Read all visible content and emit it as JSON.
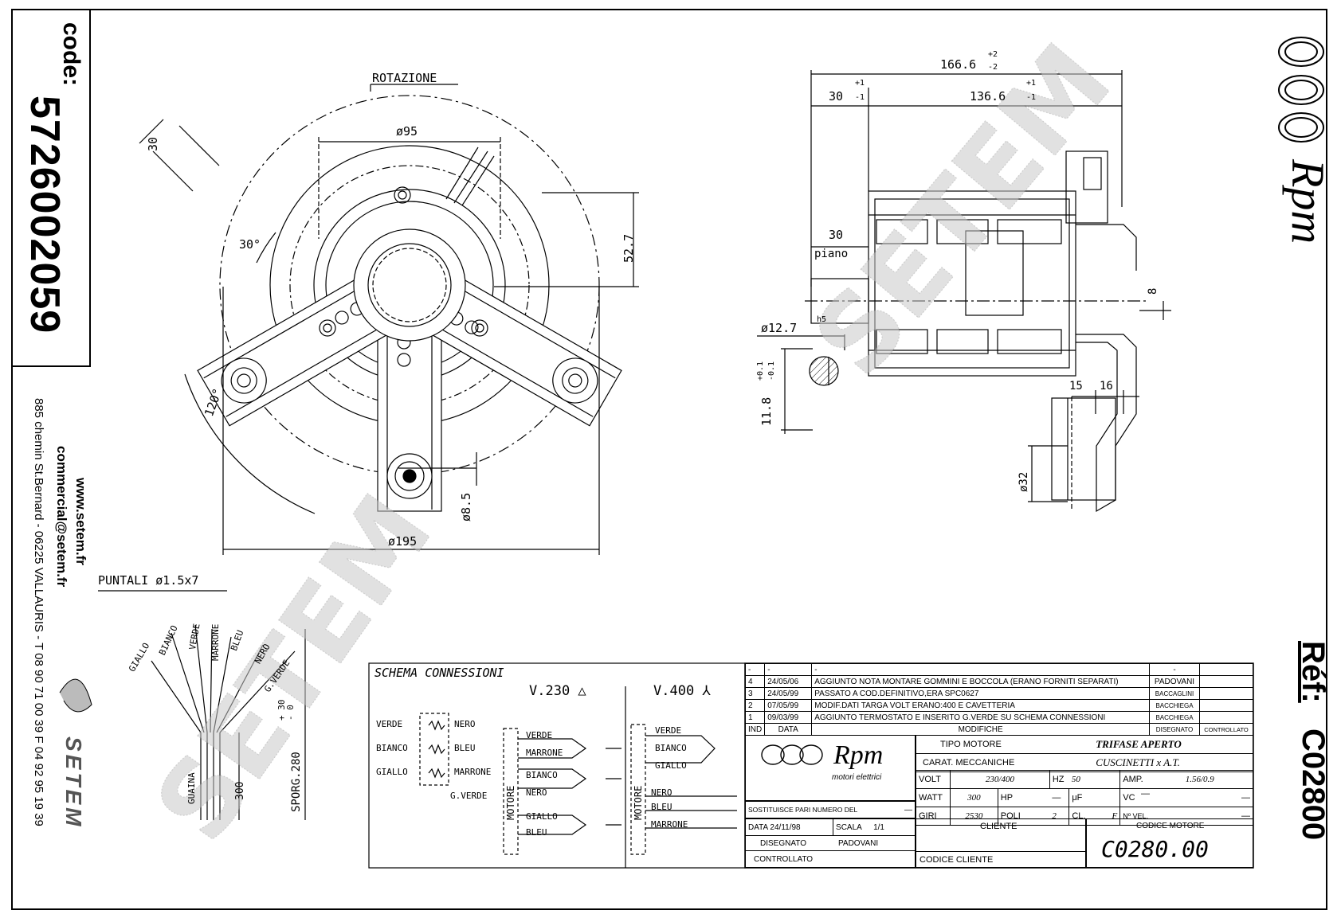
{
  "code": {
    "label": "code:",
    "value": "5726002059"
  },
  "company": {
    "web": "www.setem.fr",
    "email": "commercial@setem.fr",
    "address": "885 chemin St.Bernard - 06225 VALLAURIS - T 08 90 71 00 39 F 04 92 95 19 39",
    "brand": "SETEM"
  },
  "ref": {
    "label": "Réf:",
    "value": "C02800"
  },
  "rpm_logo": {
    "text": "Rpm",
    "sub": "motori elettrici"
  },
  "watermark": "SETEM",
  "front_view": {
    "rotation_label": "ROTAZIONE",
    "dim_30": "30",
    "dim_d95": "ø95",
    "dim_30deg": "30°",
    "dim_52_7": "52.7",
    "dim_120deg": "120°",
    "dim_d8_5": "ø8.5",
    "dim_d195": "ø195"
  },
  "side_view": {
    "dim_166_6": "166.6",
    "tol_166_plus": "+2",
    "tol_166_minus": "-2",
    "dim_30_top": "30",
    "tol_30_plus": "+1",
    "tol_30_minus": "-1",
    "dim_136_6": "136.6",
    "tol_136_plus": "+1",
    "tol_136_minus": "-1",
    "dim_30_piano": "30",
    "piano": "piano",
    "dim_8": "8",
    "dim_d12_7": "ø12.7",
    "h5": "h5",
    "tol_plus01": "+0.1",
    "tol_minus01": "-0.1",
    "dim_11_8": "11.8",
    "dim_15": "15",
    "dim_16": "16",
    "dim_d32": "ø32"
  },
  "leads": {
    "puntali": "PUNTALI ø1.5x7",
    "wires": [
      "GIALLO",
      "BIANCO",
      "VERDE",
      "MARRONE",
      "BLEU",
      "NERO",
      "G.VERDE"
    ],
    "guaina": "GUAINA",
    "dim_300": "300",
    "sporg": "SPORG.280",
    "sporg_tol": "+ 30\n- 0"
  },
  "schema": {
    "title": "SCHEMA CONNESSIONI",
    "v230": "V.230 △",
    "v400": "V.400 ⅄",
    "winding": {
      "left": [
        "VERDE",
        "BIANCO",
        "GIALLO"
      ],
      "right": [
        "NERO",
        "BLEU",
        "MARRONE"
      ],
      "gverde": "G.VERDE"
    },
    "motore": "MOTORE",
    "delta_pairs": [
      [
        "VERDE",
        "MARRONE"
      ],
      [
        "BIANCO",
        "NERO"
      ],
      [
        "GIALLO",
        "BLEU"
      ]
    ],
    "star_group": [
      "VERDE",
      "BIANCO",
      "GIALLO"
    ],
    "star_lines": [
      "NERO",
      "BLEU",
      "MARRONE"
    ]
  },
  "mods": {
    "rows": [
      {
        "ind": "-",
        "date": "-",
        "text": "-",
        "by": "-",
        "chk": ""
      },
      {
        "ind": "4",
        "date": "24/05/06",
        "text": "AGGIUNTO NOTA MONTARE GOMMINI E BOCCOLA (ERANO FORNITI SEPARATI)",
        "by": "PADOVANI",
        "chk": ""
      },
      {
        "ind": "3",
        "date": "24/05/99",
        "text": "PASSATO A COD.DEFINITIVO,ERA SPC0627",
        "by": "BACCAGLINI",
        "chk": ""
      },
      {
        "ind": "2",
        "date": "07/05/99",
        "text": "MODIF.DATI TARGA VOLT ERANO:400 E CAVETTERIA",
        "by": "BACCHIEGA",
        "chk": ""
      },
      {
        "ind": "1",
        "date": "09/03/99",
        "text": "AGGIUNTO TERMOSTATO E INSERITO G.VERDE SU SCHEMA CONNESSIONI",
        "by": "BACCHIEGA",
        "chk": ""
      }
    ],
    "header": {
      "ind": "IND",
      "date": "DATA",
      "text": "MODIFICHE",
      "by": "DISEGNATO",
      "chk": "CONTROLLATO"
    }
  },
  "title_block": {
    "tipo_label": "TIPO MOTORE",
    "tipo_value": "TRIFASE APERTO",
    "carat_label": "CARAT. MECCANICHE",
    "carat_value": "CUSCINETTI x A.T.",
    "volt_label": "VOLT",
    "volt_value": "230/400",
    "hz_label": "HZ",
    "hz_value": "50",
    "amp_label": "AMP.",
    "amp_value": "1.56/0.9",
    "watt_label": "WATT",
    "watt_value": "300",
    "hp_label": "HP",
    "hp_value": "—",
    "uf_label": "μF",
    "uf_value": "—",
    "vc_label": "VC",
    "vc_value": "—",
    "sost_label": "SOSTITUISCE PARI NUMERO DEL",
    "sost_value": "—",
    "giri_label": "GIRI",
    "giri_value": "2530",
    "poli_label": "POLI",
    "poli_value": "2",
    "cl_label": "CL.",
    "cl_value": "F",
    "nvel_label": "Nº VEL.",
    "nvel_value": "—",
    "data_label": "DATA",
    "data_value": "24/11/98",
    "scala_label": "SCALA",
    "scala_value": "1/1",
    "cliente_label": "CLIENTE",
    "codice_motore_label": "CODICE MOTORE",
    "codice_motore_value": "C0280.00",
    "disegnato_label": "DISEGNATO",
    "disegnato_value": "PADOVANI",
    "controllato_label": "CONTROLLATO",
    "codice_cliente_label": "CODICE CLIENTE"
  }
}
